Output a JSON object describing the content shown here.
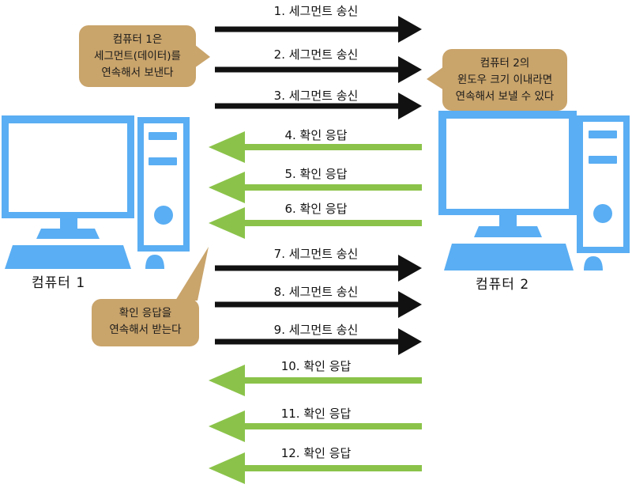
{
  "colors": {
    "send_arrow": "#111111",
    "ack_arrow": "#8bc34a",
    "computer": "#5aaef3",
    "bubble": "#c9a46b"
  },
  "computers": {
    "left_label": "컴퓨터 1",
    "right_label": "컴퓨터 2"
  },
  "messages": [
    {
      "text": "1. 세그먼트 송신",
      "kind": "send"
    },
    {
      "text": "2. 세그먼트 송신",
      "kind": "send"
    },
    {
      "text": "3. 세그먼트 송신",
      "kind": "send"
    },
    {
      "text": "4. 확인 응답",
      "kind": "ack"
    },
    {
      "text": "5. 확인 응답",
      "kind": "ack"
    },
    {
      "text": "6. 확인 응답",
      "kind": "ack"
    },
    {
      "text": "7. 세그먼트 송신",
      "kind": "send"
    },
    {
      "text": "8. 세그먼트 송신",
      "kind": "send"
    },
    {
      "text": "9. 세그먼트 송신",
      "kind": "send"
    },
    {
      "text": "10. 확인 응답",
      "kind": "ack"
    },
    {
      "text": "11. 확인 응답",
      "kind": "ack"
    },
    {
      "text": "12. 확인 응답",
      "kind": "ack"
    }
  ],
  "bubbles": {
    "sender": [
      "컴퓨터 1은",
      "세그먼트(데이터)를",
      "연속해서 보낸다"
    ],
    "window": [
      "컴퓨터 2의",
      "윈도우 크기 이내라면",
      "연속해서 보낼 수 있다"
    ],
    "ack": [
      "확인 응답을",
      "연속해서 받는다"
    ]
  }
}
